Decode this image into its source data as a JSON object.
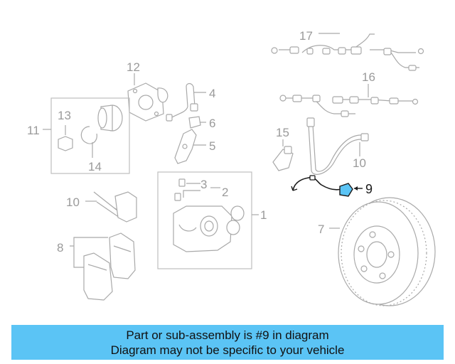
{
  "diagram": {
    "callouts": {
      "c1": "1",
      "c2": "2",
      "c3": "3",
      "c4": "4",
      "c5": "5",
      "c6": "6",
      "c7": "7",
      "c8": "8",
      "c9": "9",
      "c10a": "10",
      "c10b": "10",
      "c11": "11",
      "c12": "12",
      "c13": "13",
      "c14": "14",
      "c15": "15",
      "c16": "16",
      "c17": "17"
    },
    "highlight_part": "9"
  },
  "banner": {
    "line1": "Part or sub-assembly is #9 in diagram",
    "line2": "Diagram may not be specific to your vehicle",
    "background": "#5bc4f5"
  },
  "colors": {
    "linework": "#a9a9a9",
    "highlight_linework": "#1a1a1a",
    "highlight_fill": "#5bc4f5"
  }
}
